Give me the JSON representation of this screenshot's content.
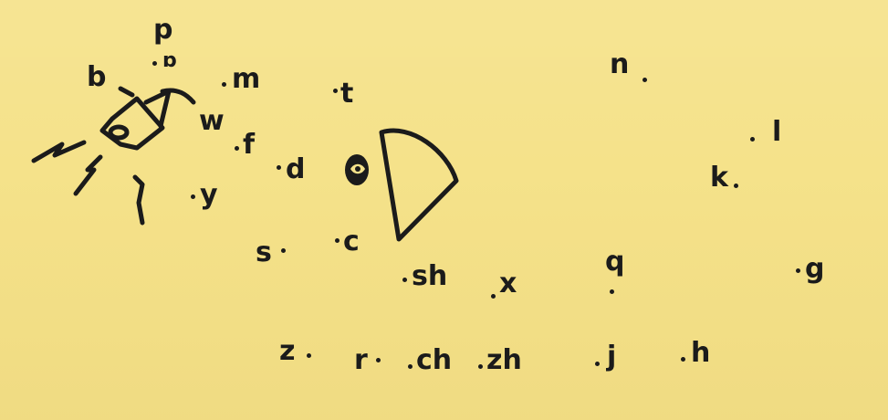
{
  "sounds": {
    "p": "p",
    "b": "b",
    "m": "m",
    "w": "w",
    "t": "t",
    "f": "f",
    "d": "d",
    "y": "y",
    "s": "s",
    "c": "c",
    "n": "n",
    "l": "l",
    "k": "k",
    "g": "g",
    "q": "q",
    "sh": "sh",
    "x": "x",
    "z": "z",
    "r": "r",
    "ch": "ch",
    "zh": "zh",
    "j": "j",
    "h": "h"
  },
  "icons": [
    "bell-icon",
    "eye-icon",
    "lightning-icon"
  ],
  "colors": {
    "background": "#f5e28a",
    "ink": "#1b1b1b"
  }
}
